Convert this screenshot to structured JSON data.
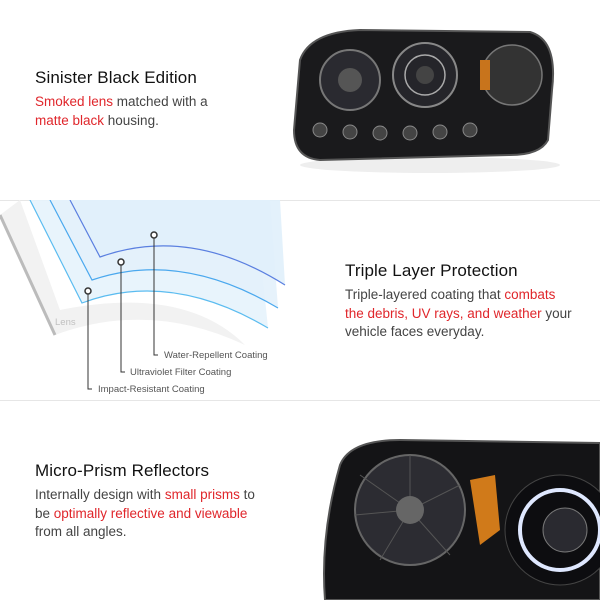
{
  "sections": [
    {
      "title": "Sinister Black Edition",
      "body": [
        {
          "text": "Smoked lens",
          "highlight": true
        },
        {
          "text": " matched with a ",
          "highlight": false
        },
        {
          "text": "matte black",
          "highlight": true
        },
        {
          "text": " housing.",
          "highlight": false
        }
      ]
    },
    {
      "title": "Triple Layer Protection",
      "body": [
        {
          "text": "Triple-layered coating that ",
          "highlight": false
        },
        {
          "text": "combats the debris, UV rays, and weather",
          "highlight": true
        },
        {
          "text": " your vehicle faces everyday.",
          "highlight": false
        }
      ],
      "diagram": {
        "lens_label": "Lens",
        "layers": [
          "Water-Repellent Coating",
          "Ultraviolet Filter Coating",
          "Impact-Resistant Coating"
        ]
      }
    },
    {
      "title": "Micro-Prism Reflectors",
      "body": [
        {
          "text": "Internally design with ",
          "highlight": false
        },
        {
          "text": "small prisms",
          "highlight": true
        },
        {
          "text": " to be ",
          "highlight": false
        },
        {
          "text": "optimally reflective and viewable",
          "highlight": true
        },
        {
          "text": " from all angles.",
          "highlight": false
        }
      ]
    }
  ],
  "colors": {
    "highlight": "#e0262b",
    "coating": "#4da6e8"
  }
}
